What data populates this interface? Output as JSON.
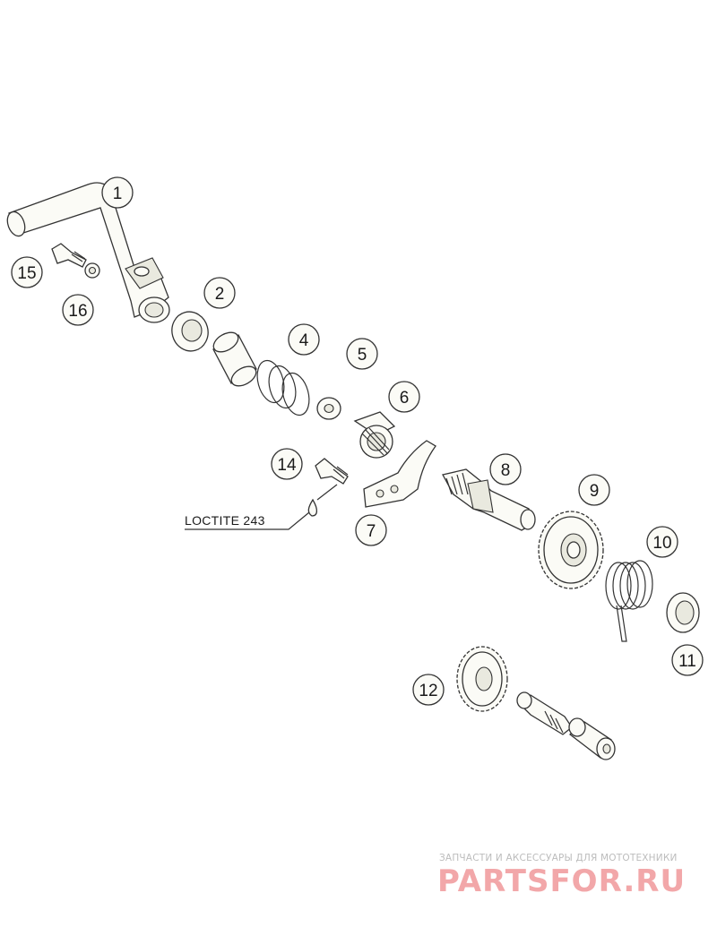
{
  "callouts": [
    {
      "id": "c1",
      "label": "1"
    },
    {
      "id": "c2",
      "label": "2"
    },
    {
      "id": "c4",
      "label": "4"
    },
    {
      "id": "c5",
      "label": "5"
    },
    {
      "id": "c6",
      "label": "6"
    },
    {
      "id": "c7",
      "label": "7"
    },
    {
      "id": "c8",
      "label": "8"
    },
    {
      "id": "c9",
      "label": "9"
    },
    {
      "id": "c10",
      "label": "10"
    },
    {
      "id": "c11",
      "label": "11"
    },
    {
      "id": "c12",
      "label": "12"
    },
    {
      "id": "c14",
      "label": "14"
    },
    {
      "id": "c15",
      "label": "15"
    },
    {
      "id": "c16",
      "label": "16"
    }
  ],
  "loctite_label": "LOCTITE 243",
  "watermark": {
    "tagline": "ЗАПЧАСТИ И АКСЕССУАРЫ ДЛЯ МОТОТЕХНИКИ",
    "brand": "PARTSFOR.RU",
    "brand_color": "#f2a7a9"
  }
}
